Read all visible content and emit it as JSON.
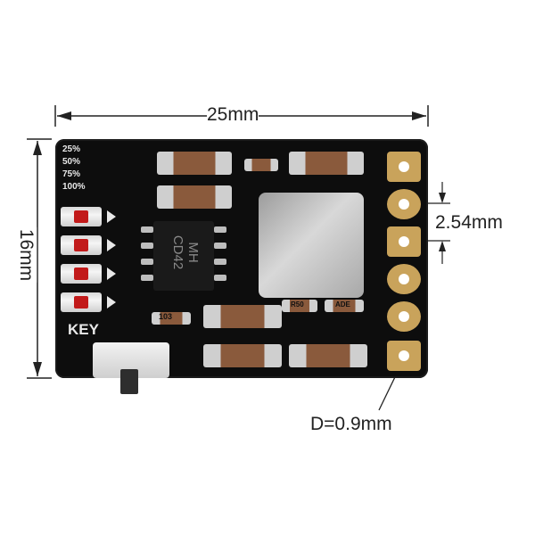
{
  "dimensions": {
    "width": "25mm",
    "height": "16mm",
    "pitch": "2.54mm",
    "hole_diameter": "D=0.9mm"
  },
  "board_silkscreen": {
    "levels": [
      "25%",
      "50%",
      "75%",
      "100%"
    ],
    "ic_marking_line1": "MH",
    "ic_marking_line2": "CD42",
    "key_label": "KEY",
    "resistor_code": "103",
    "r50_label": "R50",
    "ade_label": "ADE"
  },
  "colors": {
    "board": "#0d0d0d",
    "pad_gold": "#c9a35b",
    "led_red": "#c21a1a"
  }
}
